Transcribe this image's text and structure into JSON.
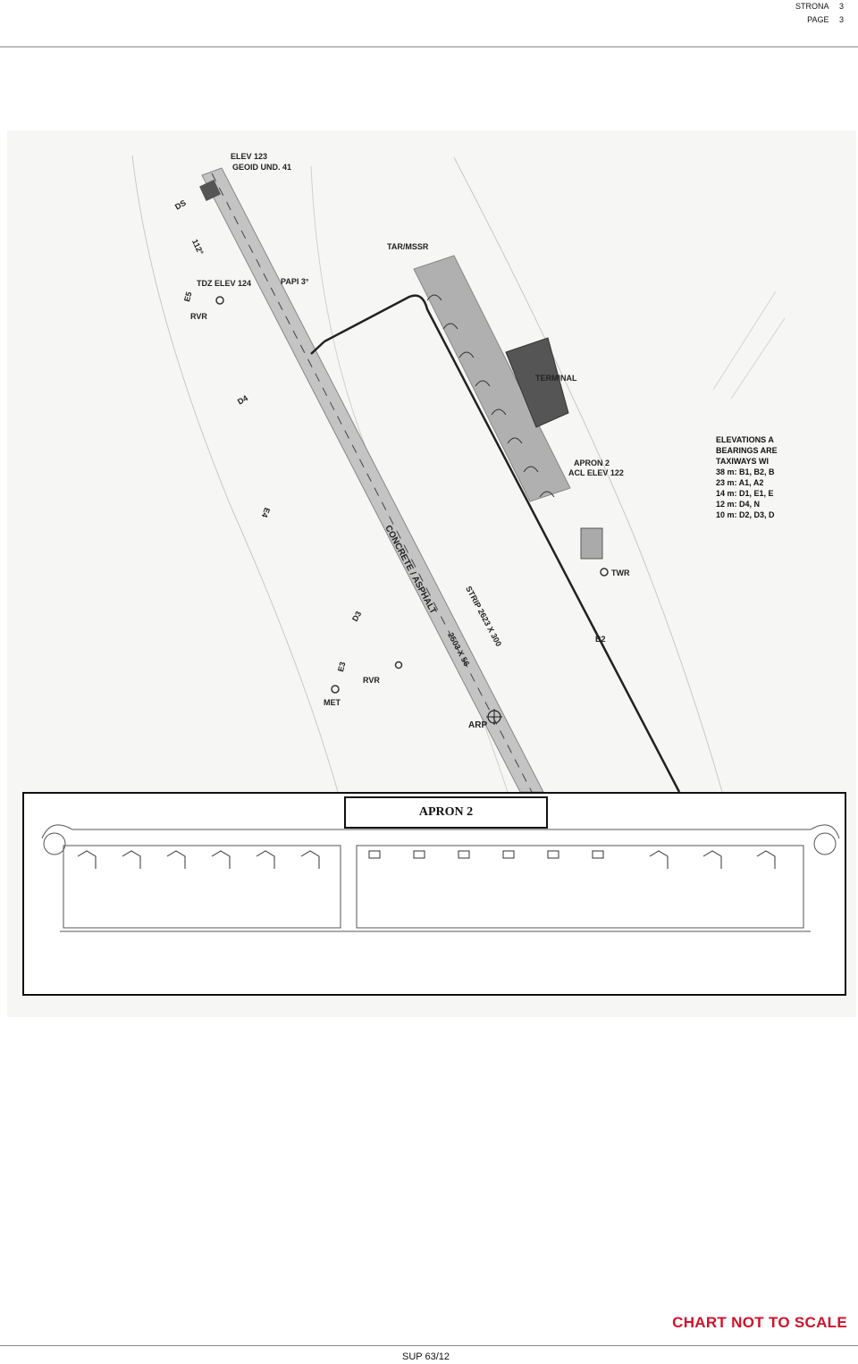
{
  "header": {
    "line1_label": "STRONA",
    "line1_num": "3",
    "line2_label": "PAGE",
    "line2_num": "3"
  },
  "chart": {
    "labels": {
      "elev": "ELEV 123",
      "geoid": "GEOID UND. 41",
      "ds": "DS",
      "mag": "112°",
      "tdz": "TDZ ELEV 124",
      "papi": "PAPI 3°",
      "e5": "E5",
      "rvr_top": "RVR",
      "tar": "TAR/MSSR",
      "d4": "D4",
      "terminal": "TERMINAL",
      "apron_line1": "APRON 2",
      "apron_line2": "ACL ELEV 122",
      "e4": "E4",
      "surface": "CONCRETE / ASPHALT",
      "strip": "STRIP 2623 X 300",
      "runway": "2503 X 56",
      "twr": "TWR",
      "b2": "B2",
      "d3": "D3",
      "e3": "E3",
      "rvr_bottom": "RVR",
      "met": "MET",
      "arp": "ARP"
    },
    "legend": [
      "ELEVATIONS A",
      "BEARINGS ARE",
      "TAXIWAYS WI",
      "38 m:  B1, B2, B",
      "23 m:  A1, A2",
      "14 m:  D1, E1, E",
      "12 m:  D4, N",
      "10 m:  D2, D3, D"
    ],
    "inset_title": "APRON 2"
  },
  "footer": {
    "not_to_scale": "CHART NOT TO SCALE",
    "sup": "SUP 63/12"
  }
}
